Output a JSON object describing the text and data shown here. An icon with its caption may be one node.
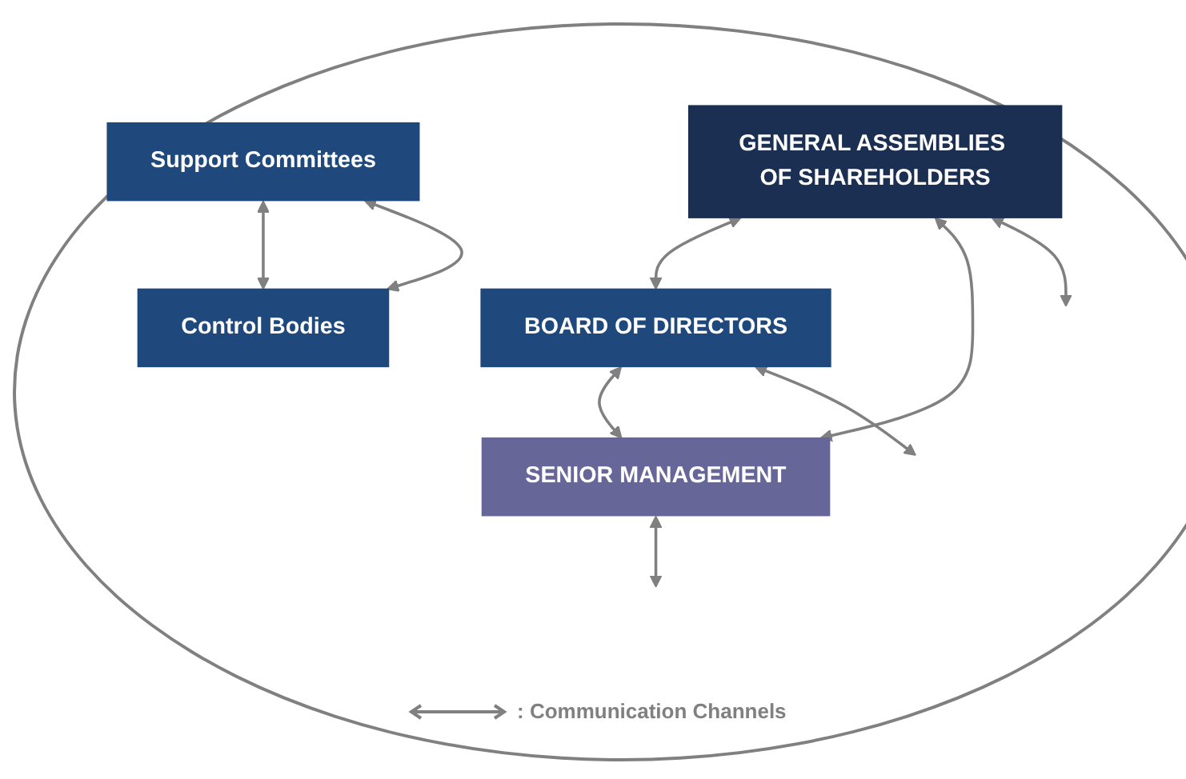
{
  "diagram": {
    "nodes": [
      {
        "text": [
          "GENERAL ASSEMBLIES OF SHAREHOLDERS"
        ]
      },
      {
        "text": [
          "BOARD OF DIRECTORS"
        ]
      },
      {
        "text": [
          "SENIOR MANAGEMENT"
        ]
      },
      {
        "text": [
          "Support Committees"
        ]
      },
      {
        "text": [
          "Control Bodies"
        ]
      }
    ],
    "edges": [
      {
        "from": 0,
        "to": 1,
        "arrow": "both"
      },
      {
        "from": 1,
        "to": 2,
        "arrow": "both"
      },
      {
        "from": 0,
        "to": 2,
        "arrow": "both"
      },
      {
        "from": 3,
        "to": 4,
        "arrow": "both"
      },
      {
        "from": 3,
        "to": 4,
        "arrow": "both"
      },
      {
        "from": 0,
        "to": null,
        "arrow": "both"
      },
      {
        "from": 1,
        "to": null,
        "arrow": "both"
      },
      {
        "from": 2,
        "to": null,
        "arrow": "both"
      }
    ],
    "legend": [
      {
        "text": ": Communication Channels"
      }
    ]
  }
}
